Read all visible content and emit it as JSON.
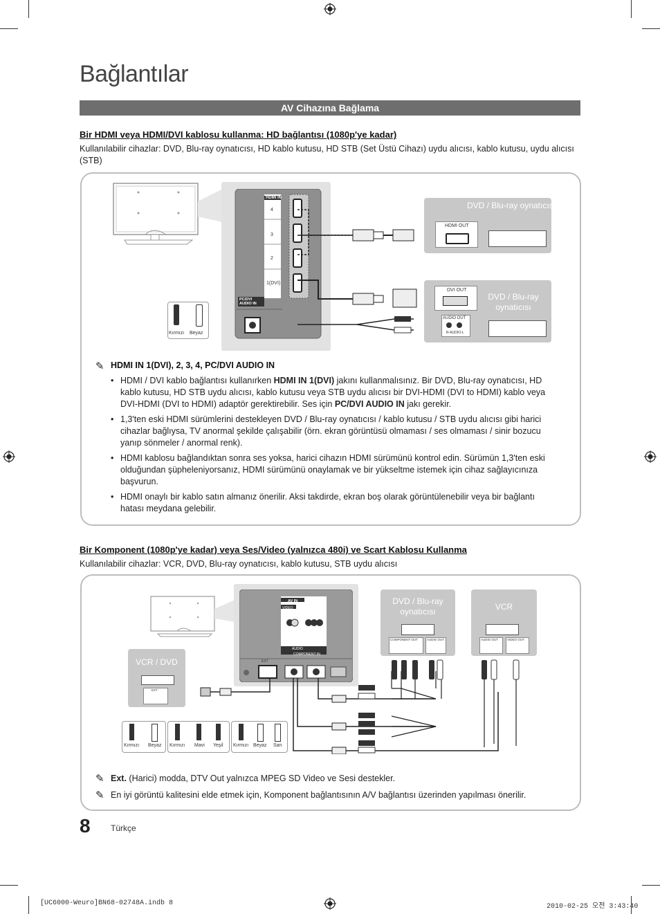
{
  "page": {
    "title": "Bağlantılar",
    "section_bar": "AV Cihazına Bağlama",
    "page_number": "8",
    "language": "Türkçe",
    "footer_file": "[UC6000-Weuro]BN68-02748A.indb   8",
    "footer_date": "2010-02-25   오전 3:43:40"
  },
  "hdmi_section": {
    "heading": "Bir HDMI  veya HDMI/DVI kablosu kullanma: HD bağlantısı (1080p'ye kadar)",
    "devices_line": "Kullanılabilir cihazlar: DVD, Blu-ray oynatıcısı, HD kablo kutusu, HD STB (Set Üstü Cihazı) uydu alıcısı, kablo kutusu, uydu alıcısı (STB)",
    "panel_labels": {
      "hdmi_in": "HDMI IN",
      "port4": "4",
      "port3": "3",
      "port2": "2",
      "port1": "1(DVI)",
      "pc_dvi": "PC/DVI AUDIO IN"
    },
    "device1": {
      "name": "DVD / Blu-ray oynatıcısı",
      "port": "HDMI OUT"
    },
    "device2": {
      "name": "DVD / Blu-ray oynatıcısı",
      "port": "DVI OUT",
      "port2": "AUDIO OUT",
      "port3": "R-AUDIO-L"
    },
    "legend": {
      "red": "Kırmızı",
      "white": "Beyaz"
    },
    "note_title": "HDMI IN 1(DVI), 2, 3, 4, PC/DVI AUDIO IN",
    "bullets": {
      "b1_pre": "HDMI / DVI kablo bağlantısı kullanırken ",
      "b1_bold1": "HDMI IN 1(DVI)",
      "b1_mid": " jakını kullanmalısınız. Bir DVD, Blu-ray oynatıcısı, HD kablo kutusu, HD STB uydu alıcısı, kablo kutusu veya STB uydu alıcısı bir DVI-HDMI (DVI to HDMI) kablo veya DVI-HDMI (DVI to HDMI) adaptör gerektirebilir. Ses için ",
      "b1_bold2": "PC/DVI AUDIO IN",
      "b1_post": " jakı gerekir.",
      "b2": "1,3'ten eski HDMI sürümlerini destekleyen DVD / Blu-ray oynatıcısı / kablo kutusu / STB uydu alıcısı gibi harici cihazlar bağlıysa, TV anormal şekilde çalışabilir (örn. ekran görüntüsü olmaması / ses olmaması / sinir bozucu yanıp sönmeler / anormal renk).",
      "b3": "HDMI kablosu bağlandıktan sonra ses yoksa, harici cihazın HDMI sürümünü kontrol edin. Sürümün 1,3'ten eski olduğundan şüpheleniyorsanız, HDMI sürümünü onaylamak ve bir yükseltme istemek için cihaz sağlayıcınıza başvurun.",
      "b4": "HDMI onaylı bir kablo satın almanız önerilir. Aksi takdirde, ekran boş olarak görüntülenebilir veya bir bağlantı hatası meydana gelebilir."
    }
  },
  "comp_section": {
    "heading": "Bir Komponent (1080p'ye kadar) veya Ses/Video (yalnızca 480i) ve Scart Kablosu Kullanma",
    "devices_line": "Kullanılabilir cihazlar: VCR, DVD, Blu-ray oynatıcısı, kablo kutusu, STB uydu alıcısı",
    "panel_labels": {
      "av_in": "AV IN",
      "video": "VIDEO",
      "audio": "AUDIO",
      "component_in": "COMPONENT IN",
      "ext": "EXT"
    },
    "device_dvd": {
      "name": "DVD / Blu-ray oynatıcısı",
      "port1": "COMPONENT OUT",
      "port2": "AUDIO OUT"
    },
    "device_vcr": {
      "name": "VCR",
      "port1": "AUDIO OUT",
      "port2": "VIDEO OUT"
    },
    "device_vcrdvd": {
      "name": "VCR / DVD",
      "port": "EXT"
    },
    "legend1": {
      "red": "Kırmızı",
      "white": "Beyaz"
    },
    "legend2": {
      "red": "Kırmızı",
      "blue": "Mavi",
      "green": "Yeşil"
    },
    "legend3": {
      "red": "Kırmızı",
      "white": "Beyaz",
      "yellow": "Sarı"
    },
    "note1_bold": "Ext.",
    "note1_text": " (Harici) modda, DTV Out yalnızca MPEG SD Video ve Sesi destekler.",
    "note2": "En iyi görüntü kalitesini elde etmek için, Komponent bağlantısının A/V bağlantısı üzerinden yapılması önerilir."
  }
}
